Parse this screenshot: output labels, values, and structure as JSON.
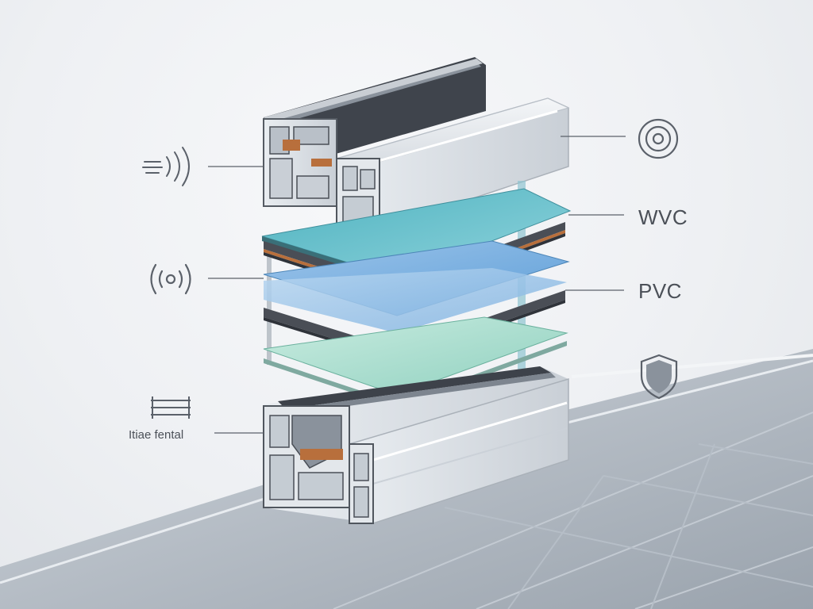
{
  "labels": {
    "top_material": "WVC",
    "middle_material": "PVC",
    "frame_caption": "Itiae fental"
  },
  "icons": {
    "left_top": "sound-waves-icon",
    "left_middle": "broadcast-signal-icon",
    "left_bottom": "layers-icon",
    "right_top": "target-rings-icon",
    "right_bottom": "shield-icon"
  },
  "colors": {
    "ink": "#4b5058",
    "frame_light": "#dfe3e8",
    "frame_dark": "#3d424a",
    "glass_teal": "#6fc3cf",
    "glass_blue": "#7fb3e2",
    "glass_mint": "#a9dfd0",
    "copper": "#b86f3c"
  }
}
